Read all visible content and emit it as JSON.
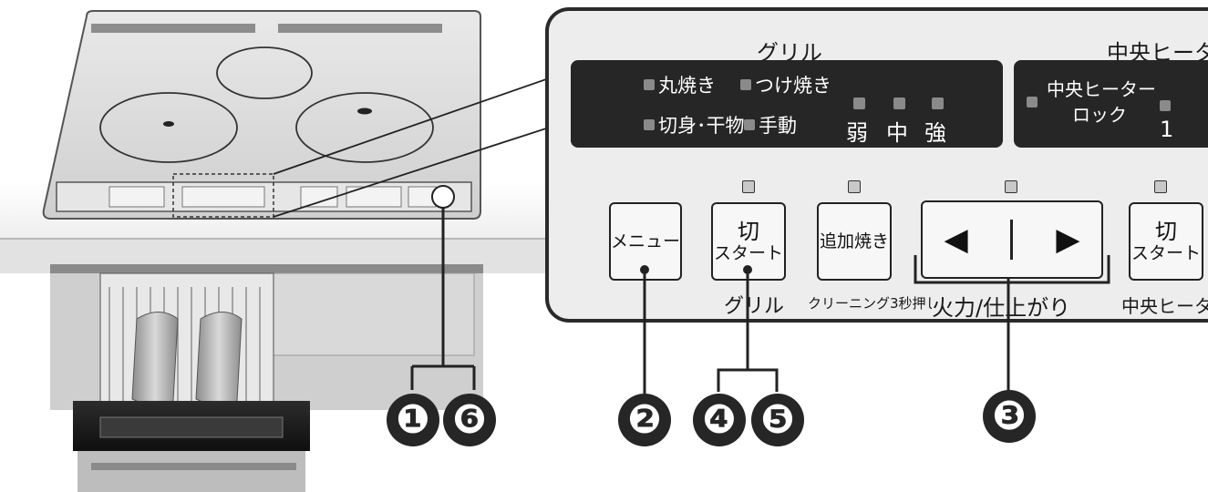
{
  "panel": {
    "grill_header": "グリル",
    "center_header": "中央ヒータ",
    "modes": {
      "maruyaki": "丸焼き",
      "tsukeyaki": "つけ焼き",
      "kirimi": "切身･干物",
      "shudo": "手動"
    },
    "heat_levels": [
      "弱",
      "中",
      "強"
    ],
    "center_lock_line1": "中央ヒーター",
    "center_lock_line2": "ロック",
    "center_level": "1",
    "buttons": {
      "menu": "メニュー",
      "grill_off": "切",
      "grill_start": "スタート",
      "extra_bake": "追加焼き",
      "left_arrow": "◀",
      "right_arrow": "▶",
      "center_off": "切",
      "center_start": "スタート"
    },
    "captions": {
      "grill": "グリル",
      "cleaning": "クリーニング3秒押し",
      "heat_finish": "火力/仕上がり",
      "center": "中央ヒータ"
    }
  },
  "callouts": [
    "❶",
    "❻",
    "❷",
    "❹",
    "❺",
    "❸"
  ]
}
